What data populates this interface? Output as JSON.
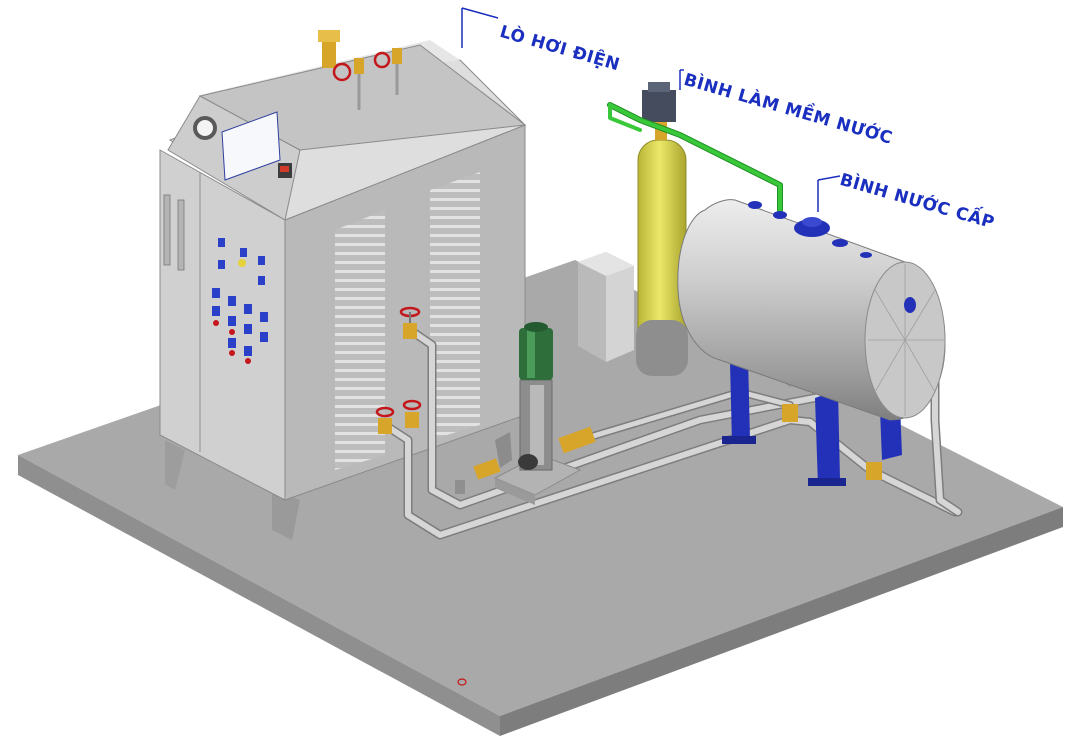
{
  "labels": {
    "boiler": "LÒ HƠI ĐIỆN",
    "softener": "BÌNH LÀM MỀM NƯỚC",
    "feed_tank": "BÌNH NƯỚC CẤP"
  },
  "colors": {
    "label_blue": "#1a2fbf",
    "floor": "#a7a7a7",
    "cabinet": "#c9c9c9",
    "softener_yellow": "#d9d64a",
    "tank_steel": "#c2c2c2",
    "pipe_green": "#39c83a",
    "valve_red": "#c4171b",
    "fitting_brass": "#d8a52b",
    "support_blue": "#2231b8",
    "pump_green": "#2d6e3a"
  }
}
